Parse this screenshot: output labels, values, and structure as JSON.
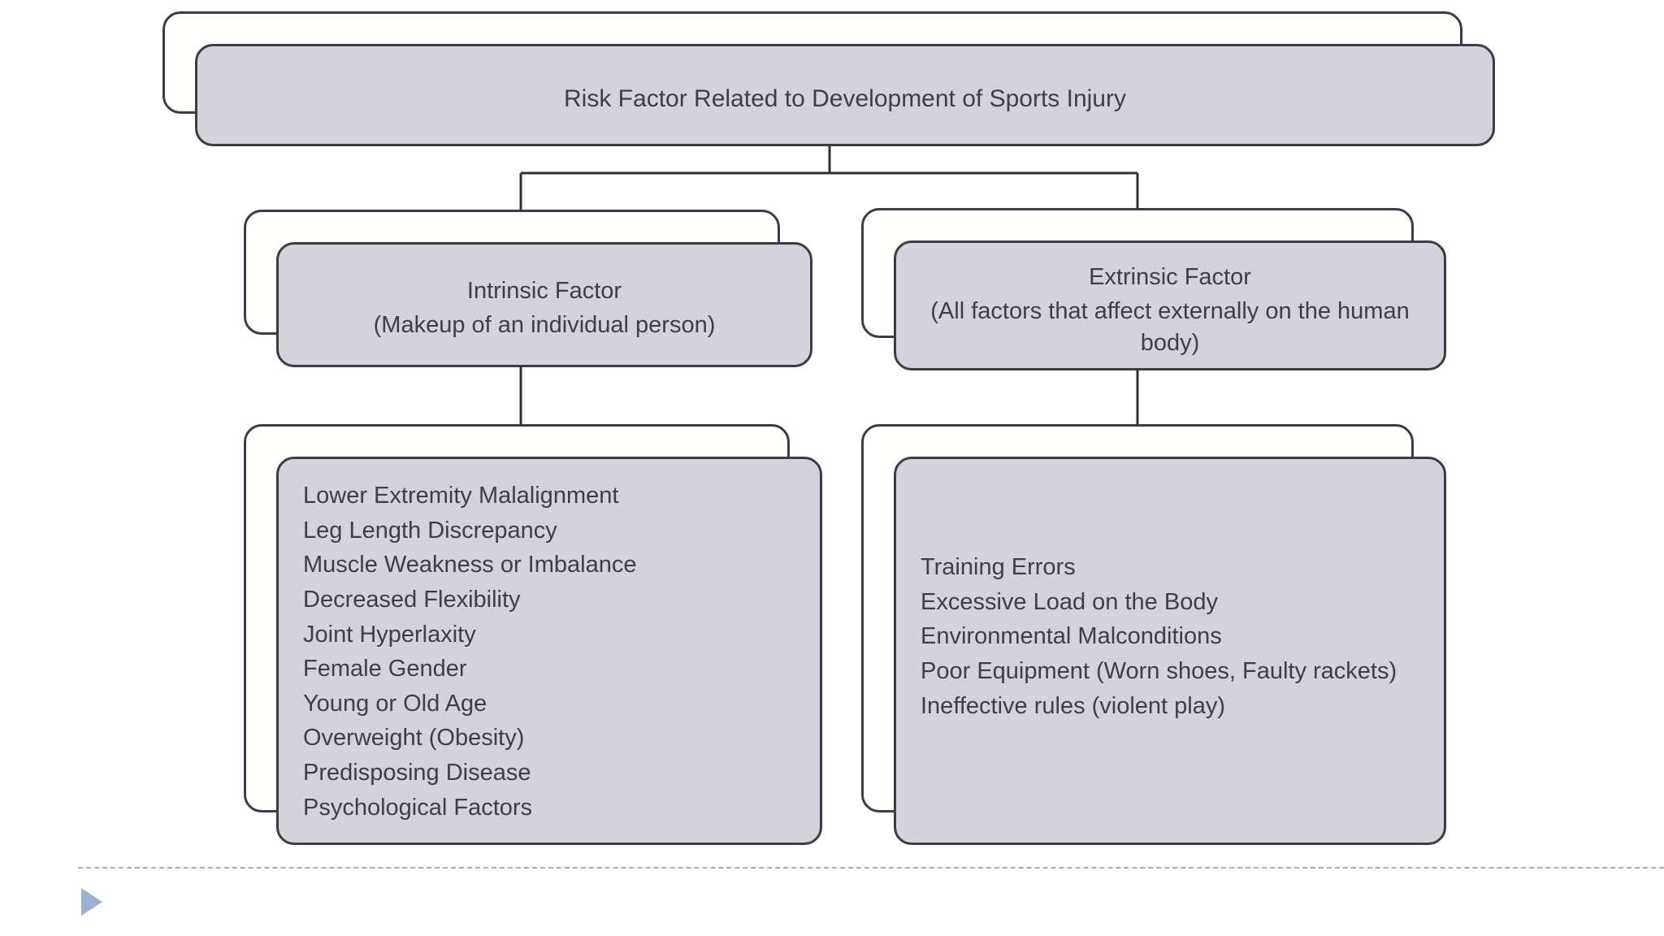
{
  "diagram": {
    "title": "Risk Factor Related to Development of Sports Injury",
    "root": {
      "label": "Risk Factor Related to Development of Sports Injury"
    },
    "branches": [
      {
        "id": "intrinsic",
        "title": "Intrinsic Factor",
        "subtitle": "(Makeup of an individual person)",
        "items": [
          "Lower Extremity Malalignment",
          "Leg Length Discrepancy",
          "Muscle Weakness or Imbalance",
          "Decreased Flexibility",
          "Joint Hyperlaxity",
          "Female Gender",
          "Young or Old Age",
          "Overweight (Obesity)",
          "Predisposing Disease",
          "Psychological Factors"
        ]
      },
      {
        "id": "extrinsic",
        "title": "Extrinsic Factor",
        "subtitle": "(All factors that affect externally on the human body)",
        "items": [
          "Training Errors",
          "Excessive Load on the Body",
          "Environmental Malconditions",
          "Poor Equipment (Worn shoes, Faulty rackets)",
          "Ineffective rules (violent play)"
        ]
      }
    ]
  },
  "colors": {
    "node_fill": "#d3d3d9",
    "node_border": "#3c3c46",
    "ghost_fill": "#fffffe",
    "text": "#3e3e46",
    "divider": "#9cb3cf",
    "marker": "#9cb3cf",
    "background": "#ffffff"
  },
  "slide_chrome": {
    "divider": "dashed-rule",
    "marker_icon": "play-triangle-icon"
  }
}
